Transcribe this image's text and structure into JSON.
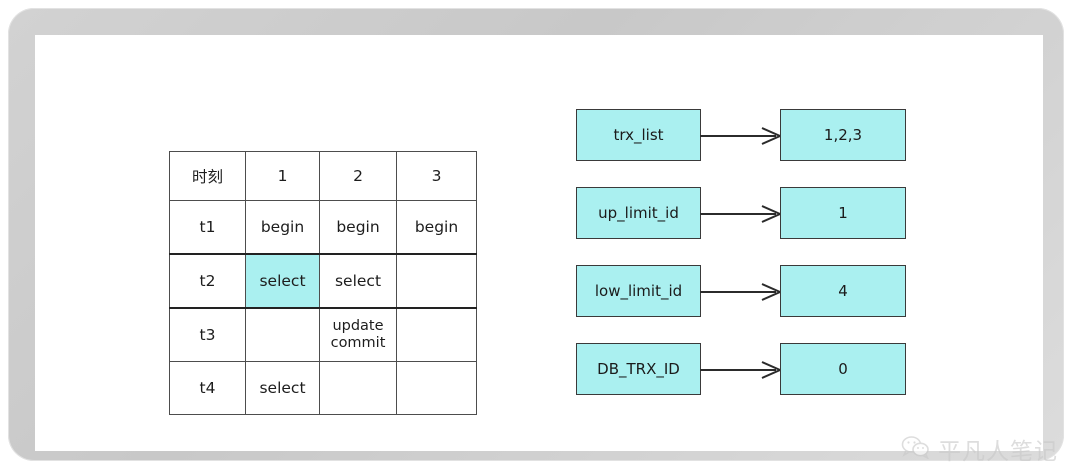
{
  "diagram": {
    "title_alt": "MVCC transaction timeline and read-view fields",
    "colors": {
      "highlight": "#aaf0f0",
      "box_fill": "#aaf0f0",
      "box_border": "#3a3a3a",
      "table_border": "#4d4d4d",
      "frame": "#d2d2d2",
      "panel": "#ffffff",
      "watermark": "#c9c9c9"
    }
  },
  "schedule_table": {
    "headers": [
      "时刻",
      "1",
      "2",
      "3"
    ],
    "rows": [
      {
        "time": "t1",
        "cells": [
          {
            "text": "begin",
            "highlight": false
          },
          {
            "text": "begin",
            "highlight": false
          },
          {
            "text": "begin",
            "highlight": false
          }
        ]
      },
      {
        "time": "t2",
        "cells": [
          {
            "text": "select",
            "highlight": true
          },
          {
            "text": "select",
            "highlight": false
          },
          {
            "text": "",
            "highlight": false
          }
        ]
      },
      {
        "time": "t3",
        "cells": [
          {
            "text": "",
            "highlight": false
          },
          {
            "lines": [
              "update",
              "commit"
            ],
            "highlight": false
          },
          {
            "text": "",
            "highlight": false
          }
        ]
      },
      {
        "time": "t4",
        "cells": [
          {
            "text": "select",
            "highlight": false
          },
          {
            "text": "",
            "highlight": false
          },
          {
            "text": "",
            "highlight": false
          }
        ]
      }
    ]
  },
  "read_view": {
    "rows": [
      {
        "key": "trx_list",
        "value": "1,2,3"
      },
      {
        "key": "up_limit_id",
        "value": "1"
      },
      {
        "key": "low_limit_id",
        "value": "4"
      },
      {
        "key": "DB_TRX_ID",
        "value": "0"
      }
    ]
  },
  "watermark": {
    "text": "平凡人笔记",
    "logo": "wechat-icon"
  }
}
